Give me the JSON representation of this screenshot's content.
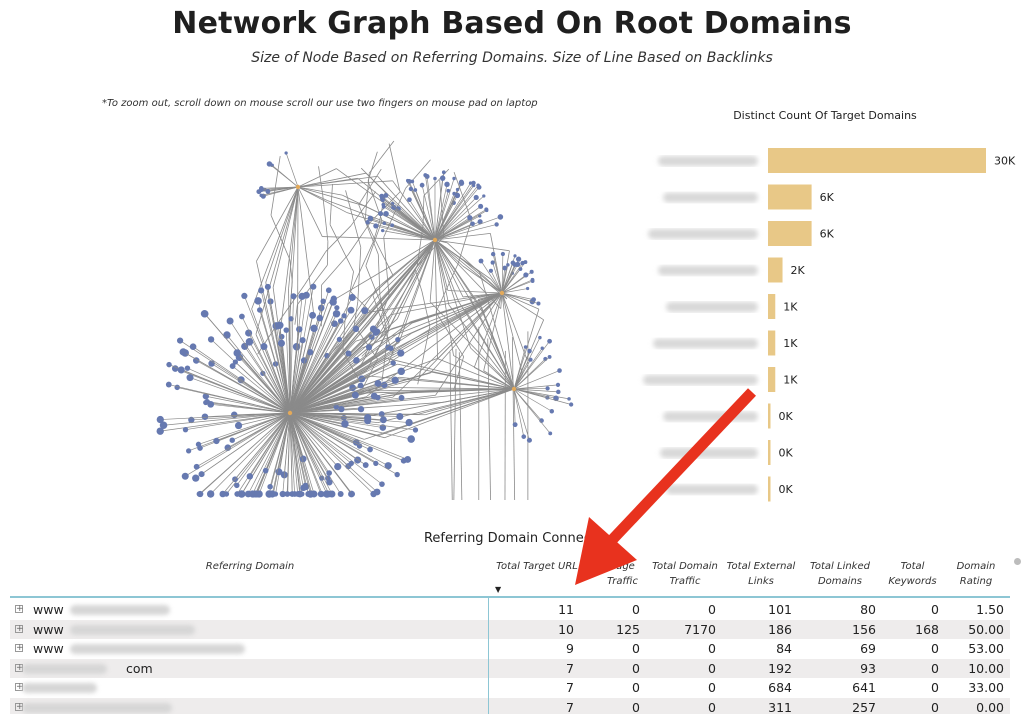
{
  "header": {
    "title": "Network Graph Based On Root Domains",
    "subtitle": "Size of Node Based on Referring Domains. Size of Line Based on Backlinks",
    "note": "*To zoom out, scroll down on mouse scroll our use two fingers on mouse pad on laptop"
  },
  "bar_chart": {
    "title": "Distinct Count Of Target Domains",
    "bar_color": "#e8c887",
    "value_labels": [
      "30K",
      "6K",
      "6K",
      "2K",
      "1K",
      "1K",
      "1K",
      "0K",
      "0K",
      "0K"
    ]
  },
  "chart_data": {
    "type": "bar",
    "title": "Distinct Count Of Target Domains",
    "orientation": "horizontal",
    "values": [
      30000,
      6000,
      6000,
      2000,
      1000,
      1000,
      1000,
      0,
      0,
      0
    ],
    "labels": [
      "30K",
      "6K",
      "6K",
      "2K",
      "1K",
      "1K",
      "1K",
      "0K",
      "0K",
      "0K"
    ],
    "xlim": [
      0,
      30000
    ]
  },
  "table": {
    "title": "Referring Domain Connect",
    "columns": [
      "Referring Domain",
      "Total Target URL",
      "Page Traffic",
      "Total Domain Traffic",
      "Total External Links",
      "Total Linked Domains",
      "Total Keywords",
      "Domain Rating"
    ],
    "rows": [
      {
        "domain_prefix": "www",
        "domain_suffix": "",
        "values": [
          "11",
          "0",
          "0",
          "101",
          "80",
          "0",
          "1.50"
        ]
      },
      {
        "domain_prefix": "www",
        "domain_suffix": "",
        "values": [
          "10",
          "125",
          "7170",
          "186",
          "156",
          "168",
          "50.00"
        ]
      },
      {
        "domain_prefix": "www",
        "domain_suffix": "",
        "values": [
          "9",
          "0",
          "0",
          "84",
          "69",
          "0",
          "53.00"
        ]
      },
      {
        "domain_prefix": "",
        "domain_suffix": "com",
        "values": [
          "7",
          "0",
          "0",
          "192",
          "93",
          "0",
          "10.00"
        ]
      },
      {
        "domain_prefix": "",
        "domain_suffix": "",
        "values": [
          "7",
          "0",
          "0",
          "684",
          "641",
          "0",
          "33.00"
        ]
      },
      {
        "domain_prefix": "",
        "domain_suffix": "",
        "values": [
          "7",
          "0",
          "0",
          "311",
          "257",
          "0",
          "0.00"
        ]
      }
    ]
  },
  "colors": {
    "node": "#6679b0",
    "edge": "#8a8a8a",
    "hub": "#e2a95a",
    "annotation_arrow": "#e8321e",
    "table_line": "#8dc6d4"
  }
}
